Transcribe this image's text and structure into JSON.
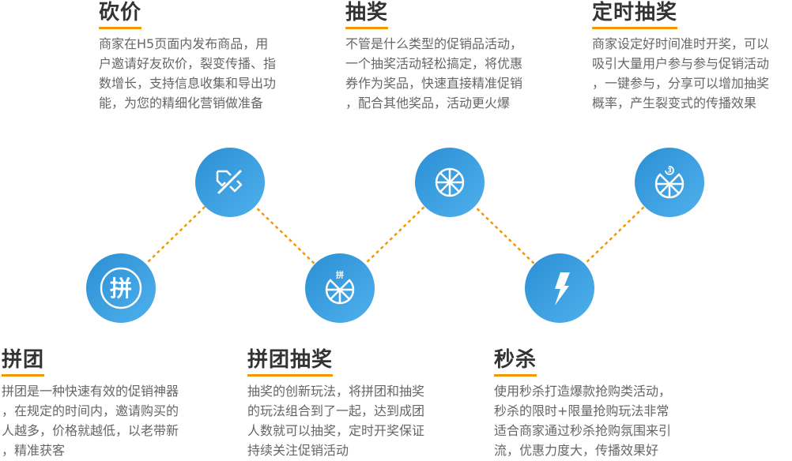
{
  "colors": {
    "accent": "#f39800",
    "circle": "#3a9ee0",
    "title": "#333333",
    "text": "#666666"
  },
  "features": [
    {
      "id": "kanjia",
      "title": "砍价",
      "icon": "tag-slash-icon",
      "lines": [
        "商家在H5页面内发布商品，用",
        "户邀请好友砍价，裂变传播、指",
        "数增长，支持信息收集和导出功",
        "能，为您的精细化营销做准备"
      ]
    },
    {
      "id": "choujiang",
      "title": "抽奖",
      "icon": "wheel-icon",
      "lines": [
        "不管是什么类型的促销品活动，",
        "一个抽奖活动轻松搞定，将优惠",
        "券作为奖品，快速直接精准促销",
        "，配合其他奖品，活动更火爆"
      ]
    },
    {
      "id": "dingshi",
      "title": "定时抽奖",
      "icon": "timed-wheel-icon",
      "icon_text": "3",
      "lines": [
        "商家设定好时间准时开奖，可以",
        "吸引大量用户参与参与促销活动",
        "，一键参与，分享可以增加抽奖",
        "概率，产生裂变式的传播效果"
      ]
    },
    {
      "id": "pintuan",
      "title": "拼团",
      "icon": "group-buy-icon",
      "icon_text": "拼",
      "lines": [
        "拼团是一种快速有效的促销神器",
        "，在规定的时间内，邀请购买的",
        "人越多，价格就越低，以老带新",
        "，精准获客"
      ]
    },
    {
      "id": "pintuanchoujiang",
      "title": "拼团抽奖",
      "icon": "group-wheel-icon",
      "icon_text": "拼",
      "lines": [
        "抽奖的创新玩法，将拼团和抽奖",
        "的玩法组合到了一起，达到成团",
        "人数就可以抽奖，定时开奖保证",
        "持续关注促销活动"
      ]
    },
    {
      "id": "miaosha",
      "title": "秒杀",
      "icon": "lightning-icon",
      "lines": [
        "使用秒杀打造爆款抢购类活动，",
        "秒杀的限时+限量抢购玩法非常",
        "适合商家通过秒杀抢购氛围来引",
        "流，优惠力度大，传播效果好"
      ]
    }
  ]
}
